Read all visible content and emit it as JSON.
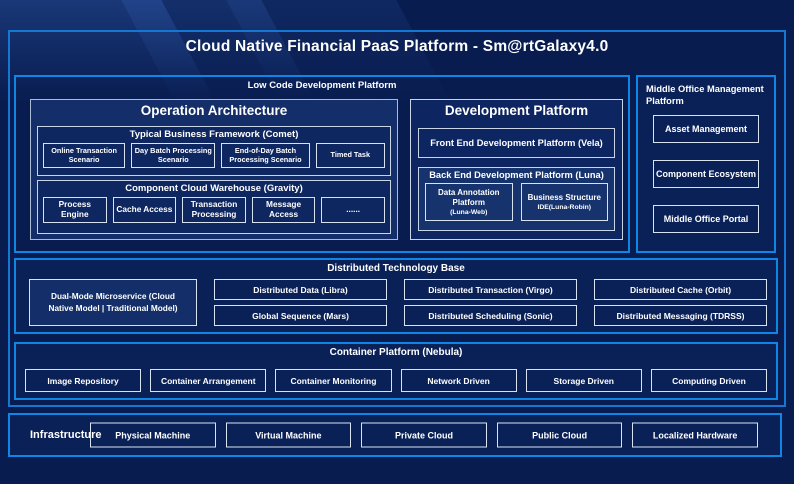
{
  "title": "Cloud Native Financial PaaS Platform - Sm@rtGalaxy4.0",
  "colors": {
    "page_bg": "#081C4F",
    "frame_border": "#1478D2",
    "section_border": "#0E86E6",
    "mid_border": "#A9BCD4",
    "leaf_border": "#D9E3F0",
    "mid_fill": "#132E69",
    "text": "#FFFFFF"
  },
  "low_code": {
    "label": "Low Code Development Platform",
    "operation": {
      "title": "Operation Architecture",
      "comet": {
        "title": "Typical Business Framework (Comet)",
        "items": [
          "Online Transaction Scenario",
          "Day Batch Processing Scenario",
          "End-of-Day Batch Processing Scenario",
          "Timed Task"
        ]
      },
      "gravity": {
        "title": "Component Cloud Warehouse (Gravity)",
        "items": [
          "Process Engine",
          "Cache Access",
          "Transaction Processing",
          "Message Access",
          "......"
        ]
      }
    },
    "development": {
      "title": "Development Platform",
      "front_end": "Front End Development Platform (Vela)",
      "back_end": {
        "title": "Back End Development Platform (Luna)",
        "items": [
          {
            "line1": "Data Annotation Platform",
            "line2": "(Luna-Web)"
          },
          {
            "line1": "Business Structure",
            "line2": "IDE(Luna-Robin)"
          }
        ]
      }
    }
  },
  "middle_office": {
    "label": "Middle Office Management Platform",
    "items": [
      "Asset Management",
      "Component Ecosystem",
      "Middle Office Portal"
    ]
  },
  "distributed": {
    "label": "Distributed Technology Base",
    "dual_mode": "Dual-Mode Microservice (Cloud Native Model | Traditional Model)",
    "row1": [
      "Distributed Data (Libra)",
      "Distributed Transaction (Virgo)",
      "Distributed Cache (Orbit)"
    ],
    "row2": [
      "Global Sequence (Mars)",
      "Distributed Scheduling (Sonic)",
      "Distributed Messaging (TDRSS)"
    ]
  },
  "container_platform": {
    "label": "Container Platform (Nebula)",
    "items": [
      "Image Repository",
      "Container Arrangement",
      "Container Monitoring",
      "Network Driven",
      "Storage Driven",
      "Computing Driven"
    ]
  },
  "infrastructure": {
    "label": "Infrastructure",
    "items": [
      "Physical Machine",
      "Virtual Machine",
      "Private Cloud",
      "Public Cloud",
      "Localized Hardware"
    ]
  }
}
